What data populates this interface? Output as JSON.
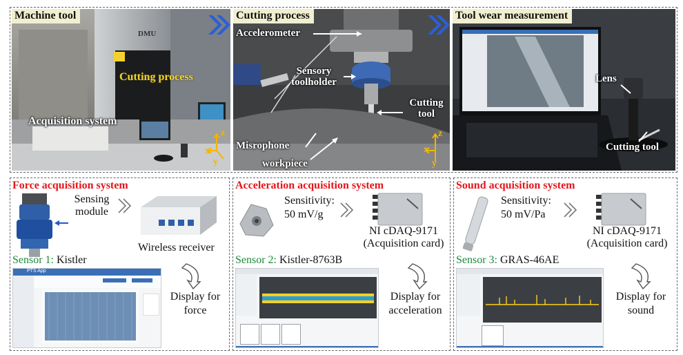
{
  "top_panels": [
    {
      "title": "Machine tool",
      "labels": [
        "Cutting process",
        "Acquisition system"
      ],
      "axes": [
        "z",
        "x",
        "y"
      ]
    },
    {
      "title": "Cutting process",
      "labels": [
        "Accelerometer",
        "Sensory toolholder",
        "Cutting tool",
        "Misrophone",
        "workpiece"
      ],
      "axes": [
        "z",
        "x",
        "y"
      ]
    },
    {
      "title": "Tool wear measurement",
      "labels": [
        "Lens",
        "Cutting tool"
      ]
    }
  ],
  "machine_brand": "DMU",
  "sections": {
    "force": {
      "title": "Force acquisition system",
      "sensing": "Sensing module",
      "receiver": "Wireless receiver",
      "sensor_prefix": "Sensor 1:",
      "sensor_name": "Kistler",
      "display": "Display for force",
      "app_title": "PTS App"
    },
    "acceleration": {
      "title": "Acceleration acquisition system",
      "sensitivity_label": "Sensitivity:",
      "sensitivity_value": "50 mV/g",
      "card": "NI cDAQ-9171",
      "card_sub": "(Acquisition card)",
      "sensor_prefix": "Sensor 2:",
      "sensor_name": "Kistler-8763B",
      "display": "Display for acceleration"
    },
    "sound": {
      "title": "Sound acquisition system",
      "sensitivity_label": "Sensitivity:",
      "sensitivity_value": "50 mV/Pa",
      "card": "NI cDAQ-9171",
      "card_sub": "(Acquisition card)",
      "sensor_prefix": "Sensor 3:",
      "sensor_name": "GRAS-46AE",
      "display": "Display for sound"
    }
  },
  "colors": {
    "section_title": "#e4151b",
    "sensor_label": "#1d8a3c",
    "chevron": "#2a5fd6",
    "axis": "#f6b400",
    "signal_accel": "#ffd11a",
    "signal_accel_core": "#2a9fd6",
    "signal_sound": "#ffd11a",
    "force_signal": "#6d8fb5"
  }
}
